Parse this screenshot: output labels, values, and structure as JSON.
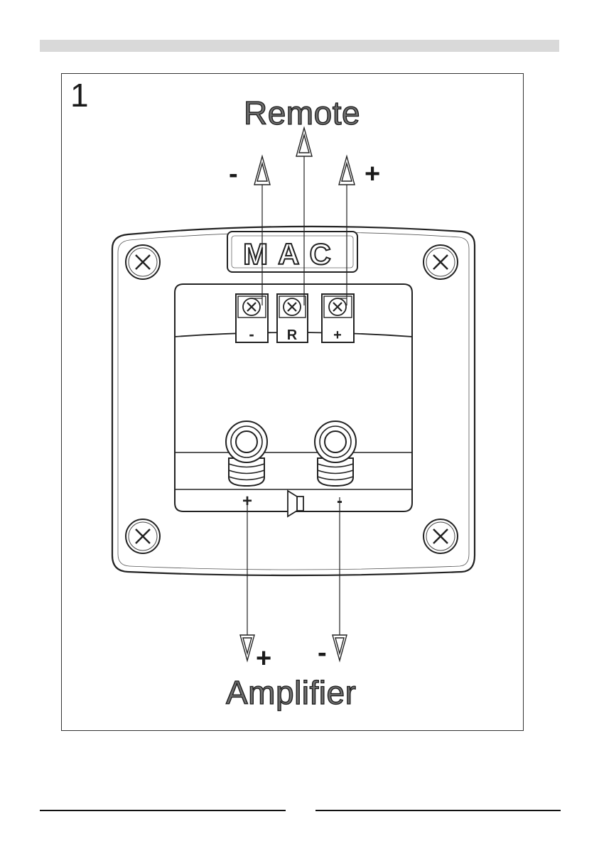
{
  "figure": {
    "number": "1"
  },
  "labels": {
    "remote": "Remote",
    "amplifier": "Amplifier",
    "remote_minus": "-",
    "remote_plus": "+",
    "amp_plus": "+",
    "amp_minus": "-"
  },
  "logo": {
    "text": "MAC"
  },
  "terminals": [
    {
      "label": "-"
    },
    {
      "label": "R"
    },
    {
      "label": "+"
    }
  ],
  "speaker_posts": [
    {
      "label": "+"
    },
    {
      "label": "-"
    }
  ],
  "colors": {
    "ink": "#1a1a1a",
    "top_bar": "#d9d9d9",
    "title_fill": "#6e6e6e"
  },
  "icons": [
    "screw-icon",
    "speaker-icon",
    "arrow-up-icon",
    "arrow-down-icon"
  ]
}
